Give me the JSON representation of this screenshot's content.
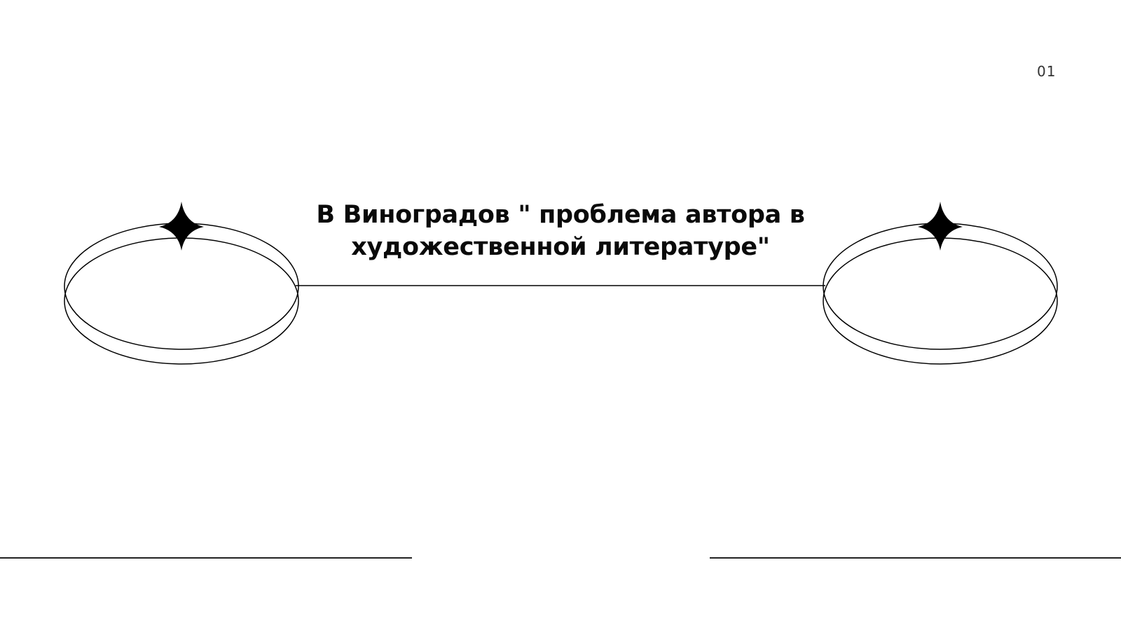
{
  "slide": {
    "page_number": "01",
    "title": "В Виноградов \" проблема автора в художественной литературе\"",
    "title_lines": [
      "В Виноградов \" проблема автора в",
      "художественной литературе\""
    ]
  },
  "decorations": {
    "left_orbit": "ellipse-ring-with-star",
    "right_orbit": "ellipse-ring-with-star",
    "connector": "horizontal-line",
    "bottom_lines": [
      "left-bottom-line",
      "right-bottom-line"
    ]
  },
  "colors": {
    "background": "#ffffff",
    "stroke": "#000000",
    "text": "#0a0a0a",
    "page_number": "#333333"
  }
}
